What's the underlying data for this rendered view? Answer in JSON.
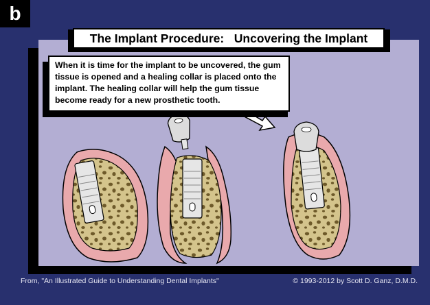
{
  "panel_label": "b",
  "title": "The Implant Procedure:   Uncovering the Implant",
  "description": "When it is time for the implant to be uncovered, the gum tissue is opened and a healing collar is placed onto the implant.  The healing collar will help the gum tissue become ready for a new prosthetic tooth.",
  "footer_source": "From, \"An Illustrated Guide to Understanding Dental Implants\"",
  "footer_copyright": "© 1993-2012 by Scott D. Ganz, D.M.D.",
  "colors": {
    "background": "#28306e",
    "panel": "#b3aed3",
    "gum": "#e9a9ac",
    "bone": "#d4c48c",
    "bone_spots": "#6e5a2a",
    "implant": "#e6e6e6",
    "collar": "#dcdcdc"
  },
  "icons": [
    "arrow-icon"
  ]
}
